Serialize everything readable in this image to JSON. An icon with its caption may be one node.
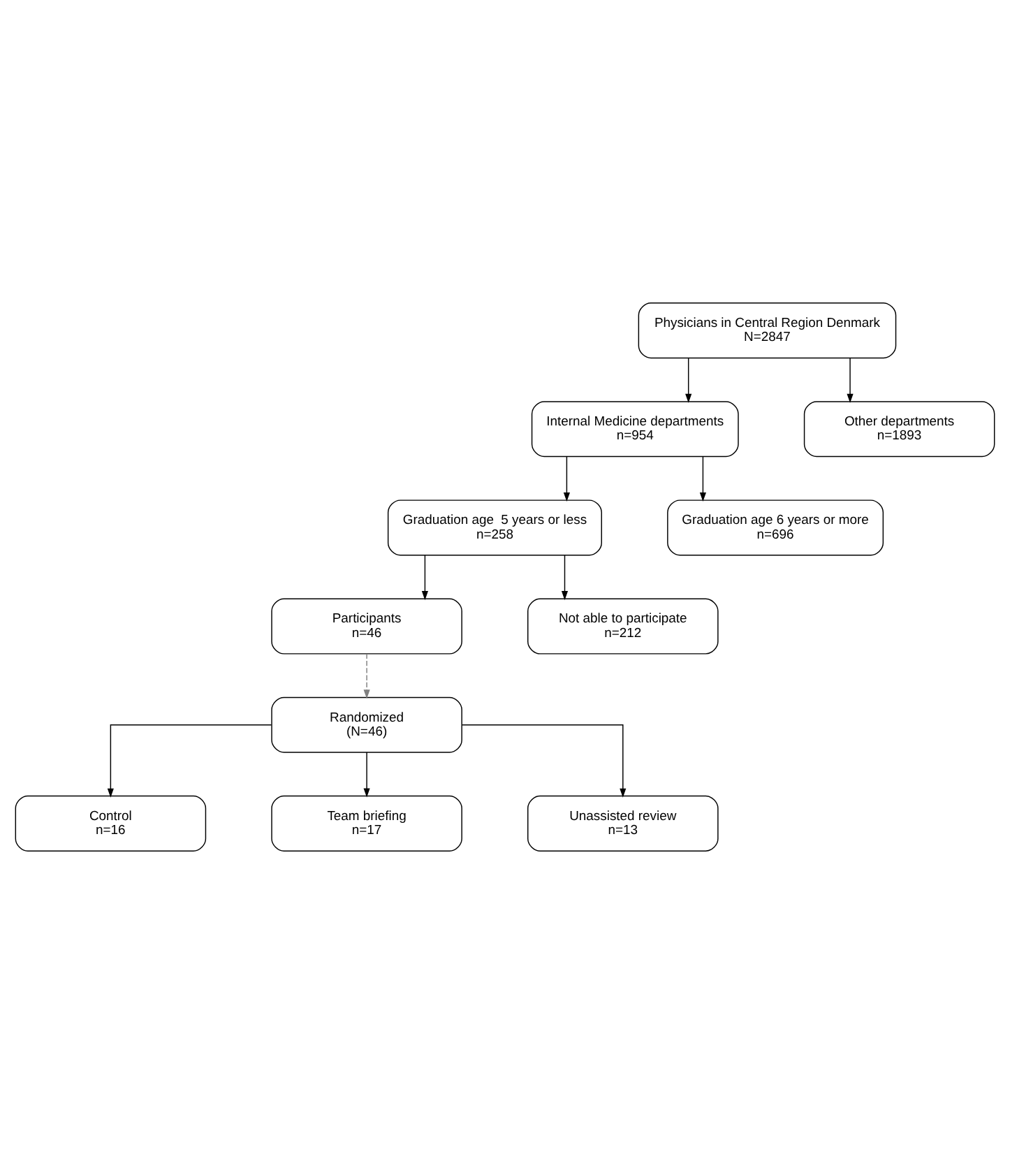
{
  "diagram": {
    "nodes": [
      {
        "text": [
          "Physicians in Central Region Denmark",
          "N=2847"
        ]
      },
      {
        "text": [
          "Internal Medicine departments",
          "n=954"
        ]
      },
      {
        "text": [
          "Other departments",
          "n=1893"
        ]
      },
      {
        "text": [
          "Graduation age  5 years or less",
          "n=258"
        ]
      },
      {
        "text": [
          "Graduation age 6 years or more",
          "n=696"
        ]
      },
      {
        "text": [
          "Participants",
          "n=46"
        ]
      },
      {
        "text": [
          "Not able to participate",
          "n=212"
        ]
      },
      {
        "text": [
          "Randomized",
          "(N=46)"
        ]
      },
      {
        "text": [
          "Control",
          "n=16"
        ]
      },
      {
        "text": [
          "Team briefing",
          "n=17"
        ]
      },
      {
        "text": [
          "Unassisted review",
          "n=13"
        ]
      }
    ],
    "edges": [
      {
        "from": 0,
        "to": 1,
        "arrow": "to"
      },
      {
        "from": 0,
        "to": 2,
        "arrow": "to"
      },
      {
        "from": 1,
        "to": 3,
        "arrow": "to"
      },
      {
        "from": 1,
        "to": 4,
        "arrow": "to"
      },
      {
        "from": 3,
        "to": 5,
        "arrow": "to"
      },
      {
        "from": 3,
        "to": 6,
        "arrow": "to"
      },
      {
        "from": 5,
        "to": 7,
        "arrow": "to",
        "style": "dashed",
        "color": "#808080"
      },
      {
        "from": 7,
        "to": 8,
        "arrow": "to"
      },
      {
        "from": 7,
        "to": 9,
        "arrow": "to"
      },
      {
        "from": 7,
        "to": 10,
        "arrow": "to"
      }
    ]
  }
}
